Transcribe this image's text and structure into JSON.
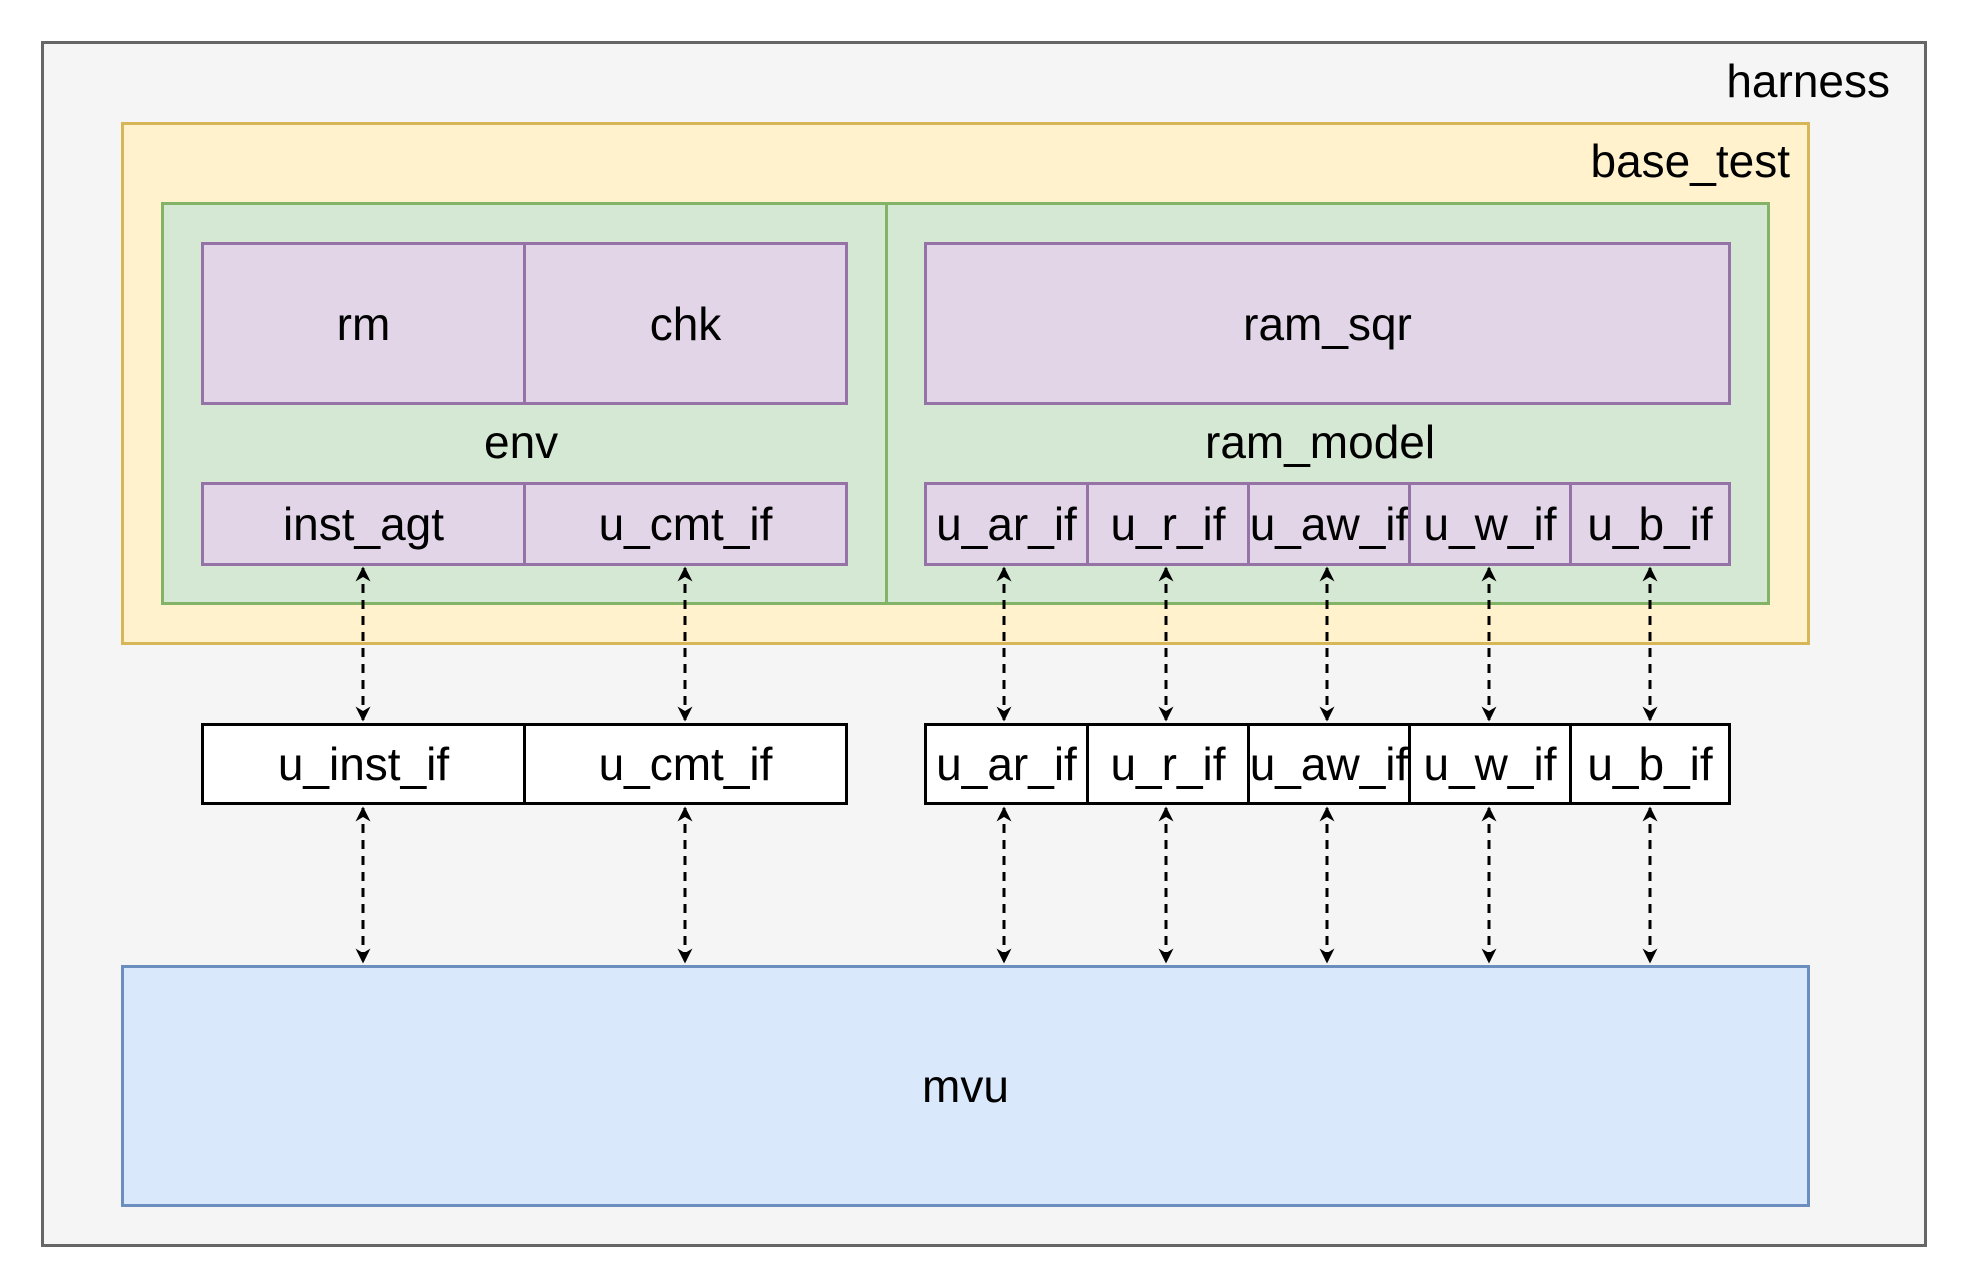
{
  "harness": {
    "label": "harness"
  },
  "base_test": {
    "label": "base_test"
  },
  "env": {
    "label": "env",
    "top_components": [
      "rm",
      "chk"
    ],
    "interfaces": [
      "inst_agt",
      "u_cmt_if"
    ]
  },
  "ram_model": {
    "label": "ram_model",
    "top_component": "ram_sqr",
    "interfaces": [
      "u_ar_if",
      "u_r_if",
      "u_aw_if",
      "u_w_if",
      "u_b_if"
    ]
  },
  "middle_interfaces": {
    "left": [
      "u_inst_if",
      "u_cmt_if"
    ],
    "right": [
      "u_ar_if",
      "u_r_if",
      "u_aw_if",
      "u_w_if",
      "u_b_if"
    ]
  },
  "dut": {
    "label": "mvu"
  },
  "colors": {
    "harness_fill": "#f5f5f5",
    "harness_stroke": "#666666",
    "base_test_fill": "#fff2cc",
    "base_test_stroke": "#d6b656",
    "env_fill": "#d5e8d4",
    "env_stroke": "#82b366",
    "component_fill": "#e1d5e7",
    "component_stroke": "#9673a6",
    "dut_fill": "#dae8fc",
    "dut_stroke": "#6c8ebf"
  }
}
